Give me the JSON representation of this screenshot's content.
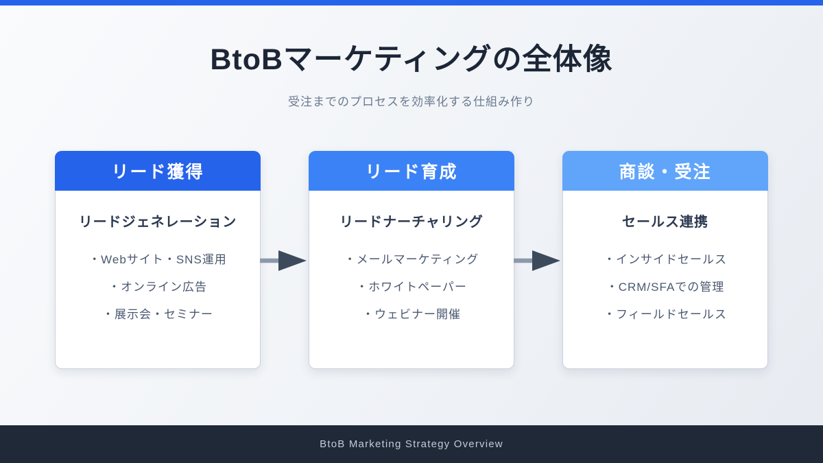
{
  "header": {
    "title": "BtoBマーケティングの全体像",
    "subtitle": "受注までのプロセスを効率化する仕組み作り"
  },
  "cards": [
    {
      "header": "リード獲得",
      "header_color": "#2563eb",
      "subtitle": "リードジェネレーション",
      "items": [
        "・Webサイト・SNS運用",
        "・オンライン広告",
        "・展示会・セミナー"
      ]
    },
    {
      "header": "リード育成",
      "header_color": "#3b82f6",
      "subtitle": "リードナーチャリング",
      "items": [
        "・メールマーケティング",
        "・ホワイトペーパー",
        "・ウェビナー開催"
      ]
    },
    {
      "header": "商談・受注",
      "header_color": "#60a5fa",
      "subtitle": "セールス連携",
      "items": [
        "・インサイドセールス",
        "・CRM/SFAでの管理",
        "・フィールドセールス"
      ]
    }
  ],
  "footer": {
    "text": "BtoB Marketing Strategy Overview"
  },
  "colors": {
    "top_bar": "#2563eb",
    "footer_bg": "#1f2937",
    "arrow_line": "#8c99ac",
    "arrow_head": "#3d4a5c"
  }
}
